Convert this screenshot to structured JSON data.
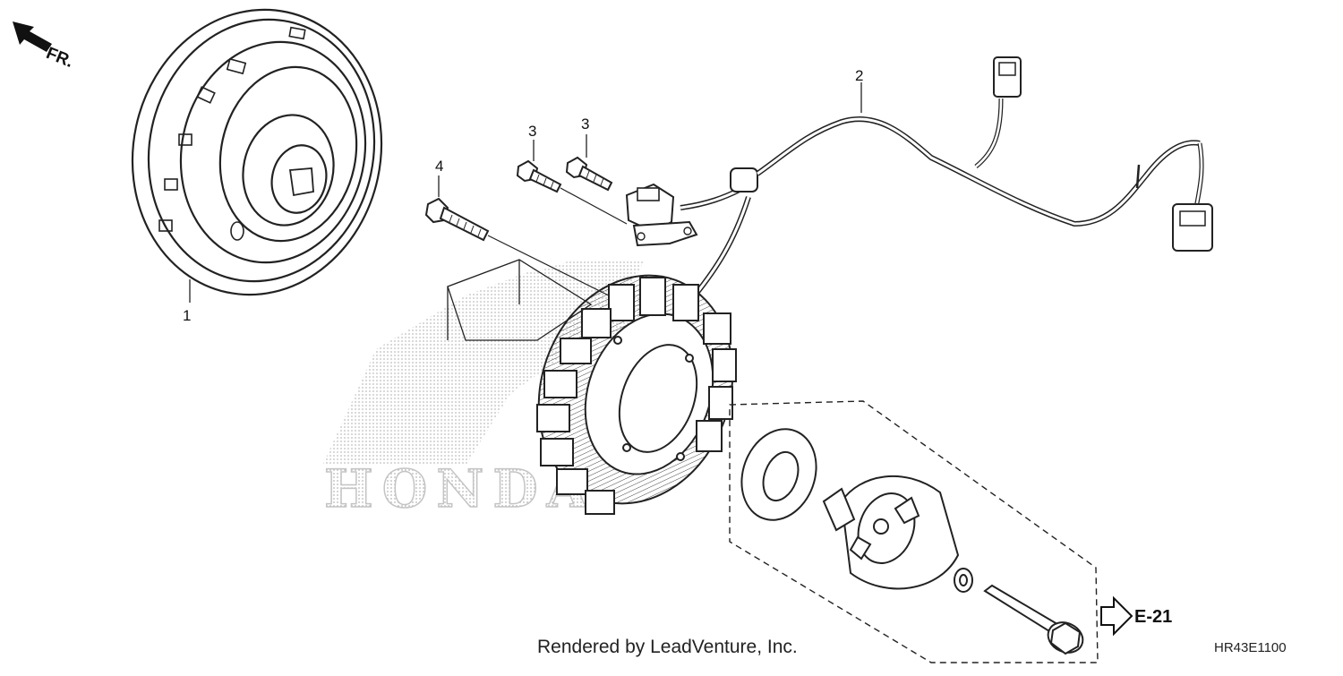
{
  "diagram": {
    "callouts": [
      {
        "id": "c1",
        "text": "1"
      },
      {
        "id": "c2",
        "text": "2"
      },
      {
        "id": "c3a",
        "text": "3"
      },
      {
        "id": "c3b",
        "text": "3"
      },
      {
        "id": "c4",
        "text": "4"
      }
    ],
    "direction_label": "FR.",
    "reference_label": "E-21",
    "credit": "Rendered by LeadVenture, Inc.",
    "diagram_code": "HR43E1100",
    "watermark": "HONDA"
  }
}
